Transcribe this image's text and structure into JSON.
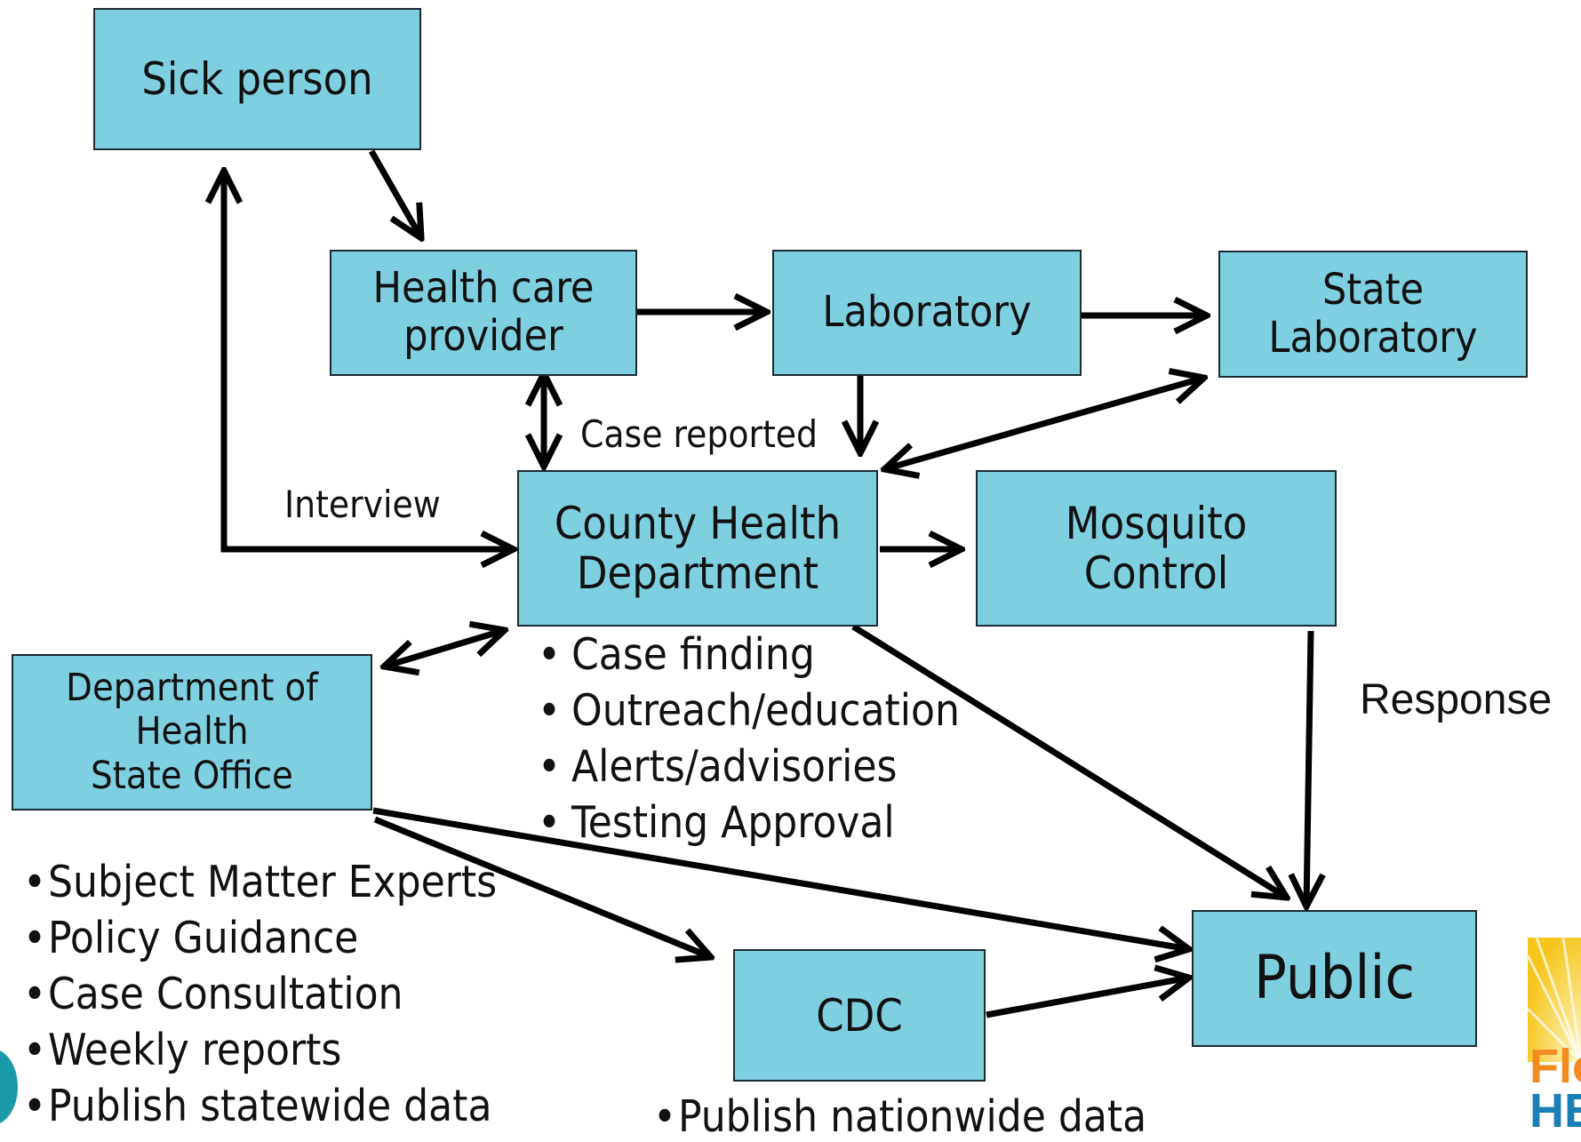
{
  "nodes": {
    "sick_person": "Sick person",
    "health_care_provider": "Health care\nprovider",
    "laboratory": "Laboratory",
    "state_laboratory": "State\nLaboratory",
    "county_health_department": "County Health\nDepartment",
    "mosquito_control": "Mosquito\nControl",
    "doh_state_office": "Department of\nHealth\nState Office",
    "public": "Public",
    "cdc": "CDC"
  },
  "edge_labels": {
    "case_reported": "Case reported",
    "interview": "Interview",
    "response": "Response"
  },
  "county_activities": [
    "Case finding",
    "Outreach/education",
    "Alerts/advisories",
    "Testing Approval"
  ],
  "state_office_activities": [
    "Subject Matter Experts",
    "Policy Guidance",
    "Case Consultation",
    "Weekly reports",
    "Publish statewide data"
  ],
  "cdc_activities": [
    "Publish nationwide data"
  ],
  "logo": {
    "line1": "Flo",
    "line2": "HE"
  },
  "colors": {
    "box_fill": "#7ed0e1",
    "box_border": "#1b2a33",
    "arrow": "#000000",
    "logo_text": "#f28c1e",
    "logo_text2": "#1a7fb5",
    "logo_sun": "#f6c51c"
  }
}
